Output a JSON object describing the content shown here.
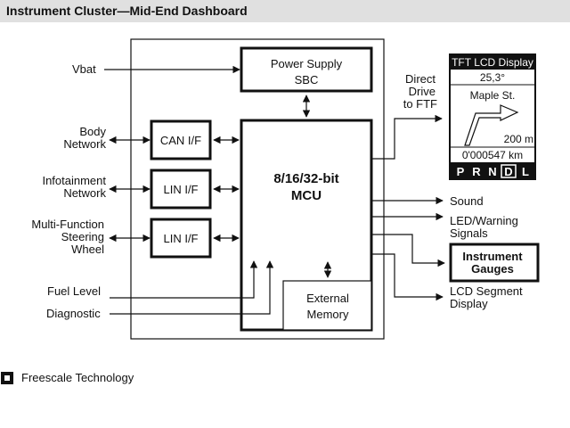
{
  "title": "Instrument Cluster—Mid-End Dashboard",
  "inputs": {
    "vbat": "Vbat",
    "body_network": [
      "Body",
      "Network"
    ],
    "infotainment_network": [
      "Infotainment",
      "Network"
    ],
    "steering_wheel": [
      "Multi-Function",
      "Steering",
      "Wheel"
    ],
    "fuel_level": "Fuel Level",
    "diagnostic": "Diagnostic"
  },
  "blocks": {
    "power_supply": [
      "Power Supply",
      "SBC"
    ],
    "can_if": "CAN I/F",
    "lin_if_1": "LIN I/F",
    "lin_if_2": "LIN I/F",
    "mcu": [
      "8/16/32-bit",
      "MCU"
    ],
    "external_memory": [
      "External",
      "Memory"
    ]
  },
  "outputs": {
    "direct_drive": [
      "Direct",
      "Drive",
      "to FTF"
    ],
    "sound": "Sound",
    "led_warning": [
      "LED/Warning",
      "Signals"
    ],
    "instrument_gauges": [
      "Instrument",
      "Gauges"
    ],
    "lcd_segment": [
      "LCD Segment",
      "Display"
    ]
  },
  "tft_display": {
    "title": "TFT LCD Display",
    "temperature": "25,3°",
    "street": "Maple St.",
    "distance": "200 m",
    "odometer": "0'000547 km",
    "gears": [
      "P",
      "R",
      "N",
      "D",
      "L"
    ],
    "selected_gear": "D"
  },
  "legend": {
    "label": "Freescale Technology"
  },
  "colors": {
    "header_bg": "#e0e0e0",
    "ink": "#111111",
    "tft_bar": "#111111"
  }
}
